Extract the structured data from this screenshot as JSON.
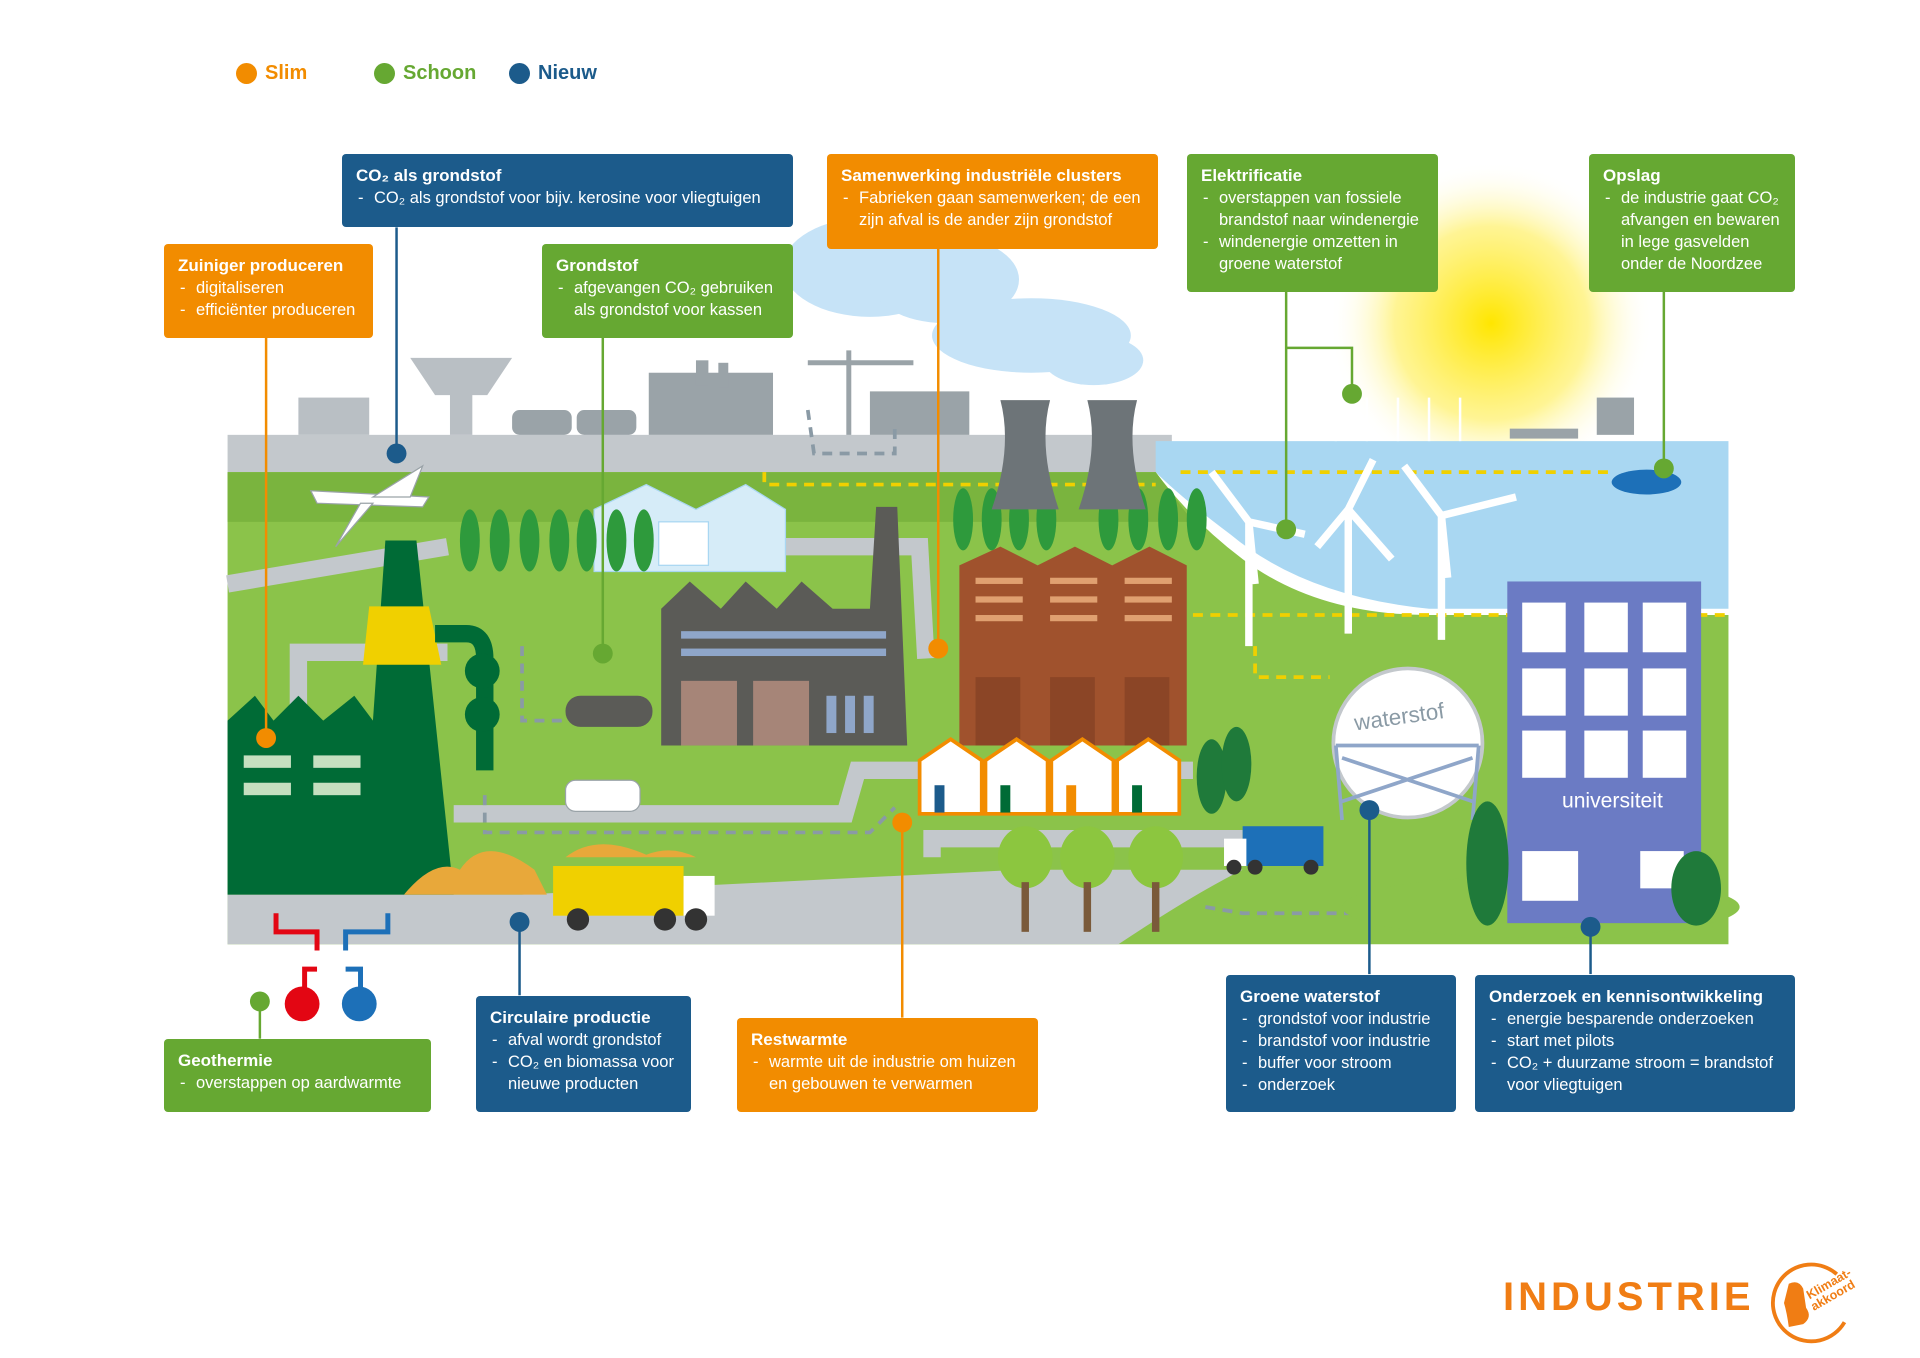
{
  "legend": [
    {
      "label": "Slim",
      "color": "#f28c00"
    },
    {
      "label": "Schoon",
      "color": "#66a832"
    },
    {
      "label": "Nieuw",
      "color": "#1c5b8b"
    }
  ],
  "boxes": {
    "co2": {
      "title": "CO₂ als grondstof",
      "items": [
        "CO₂ als grondstof voor bijv. kerosine voor vliegtuigen"
      ]
    },
    "samenwerking": {
      "title": "Samenwerking industriële clusters",
      "items": [
        "Fabrieken gaan samenwerken; de een zijn afval is de ander zijn grondstof"
      ]
    },
    "elektrificatie": {
      "title": "Elektrificatie",
      "items": [
        "overstappen van fossiele brandstof naar windenergie",
        "windenergie omzetten in groene waterstof"
      ]
    },
    "opslag": {
      "title": "Opslag",
      "items": [
        "de industrie gaat CO₂ afvangen en bewaren in lege gasvelden onder de Noordzee"
      ]
    },
    "zuiniger": {
      "title": "Zuiniger produceren",
      "items": [
        "digitaliseren",
        "efficiënter produceren"
      ]
    },
    "grondstof": {
      "title": "Grondstof",
      "items": [
        "afgevangen CO₂  gebruiken als grondstof voor kassen"
      ]
    },
    "geothermie": {
      "title": "Geothermie",
      "items": [
        "overstappen op aardwarmte"
      ]
    },
    "circulaire": {
      "title": "Circulaire productie",
      "items": [
        "afval wordt grondstof",
        "CO₂ en biomassa voor nieuwe producten"
      ]
    },
    "restwarmte": {
      "title": "Restwarmte",
      "items": [
        "warmte uit de industrie om huizen en gebouwen te verwarmen"
      ]
    },
    "groene": {
      "title": "Groene waterstof",
      "items": [
        "grondstof voor industrie",
        "brandstof voor industrie",
        "buffer voor stroom",
        "onderzoek"
      ]
    },
    "onderzoek": {
      "title": "Onderzoek en kennisontwikkeling",
      "items": [
        "energie besparende onderzoeken",
        "start met pilots",
        "CO₂ + duurzame stroom = brandstof voor vliegtuigen"
      ]
    }
  },
  "scene": {
    "waterstof_label": "waterstof",
    "universiteit_label": "universiteit"
  },
  "footer": {
    "title": "INDUSTRIE",
    "logo_text": "Klimaat-akkoord"
  }
}
